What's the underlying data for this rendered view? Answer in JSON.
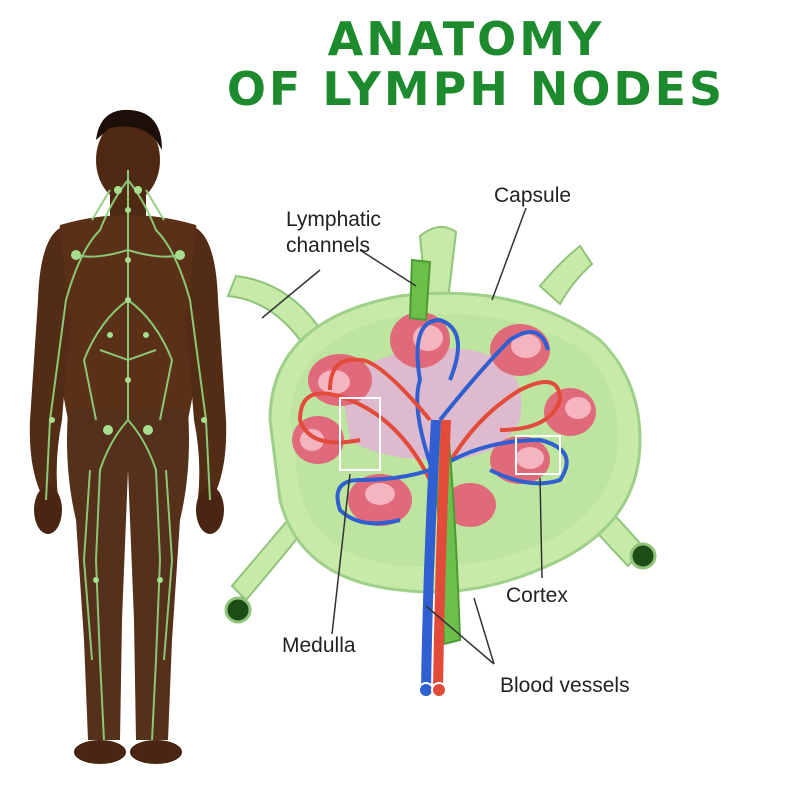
{
  "title": {
    "line1": "ANATOMY",
    "line2": "OF LYMPH NODES",
    "color": "#1e8a2e"
  },
  "labels": {
    "capsule": "Capsule",
    "lymphatic_line1": "Lymphatic",
    "lymphatic_line2": "channels",
    "cortex": "Cortex",
    "medulla": "Medulla",
    "blood_vessels": "Blood vessels"
  },
  "colors": {
    "skin": "#5a3018",
    "lymph_network": "#8fd07a",
    "node_fill": "#c8eaa8",
    "channel_green": "#6cbf4a",
    "follicle_pink": "#e06a7a",
    "medulla_pink": "#e3b3d6",
    "artery_red": "#e24b3a",
    "vein_blue": "#2f5fd0"
  }
}
